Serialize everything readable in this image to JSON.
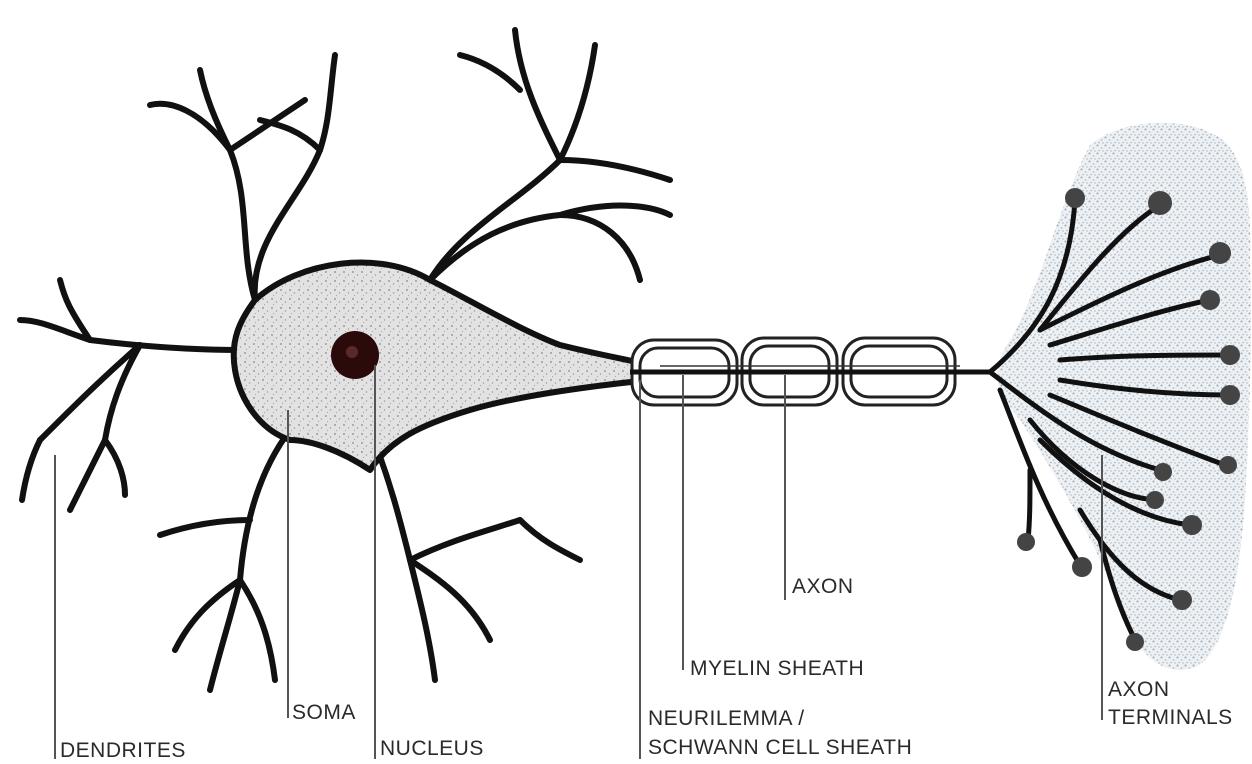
{
  "labels": {
    "dendrites": "DENDRITES",
    "soma": "SOMA",
    "nucleus": "NUCLEUS",
    "neurilemma_line1": "NEURILEMMA /",
    "neurilemma_line2": "SCHWANN CELL SHEATH",
    "myelin_sheath": "MYELIN SHEATH",
    "axon": "AXON",
    "axon_terminals_line1": "AXON",
    "axon_terminals_line2": "TERMINALS"
  },
  "colors": {
    "outline": "#111111",
    "soma_fill": "#dcdcdc",
    "nucleus": "#2a0a0a",
    "terminal_cloud": "#c9d2dc",
    "terminal_bulb": "#444444",
    "label_text": "#2a2a2a"
  }
}
